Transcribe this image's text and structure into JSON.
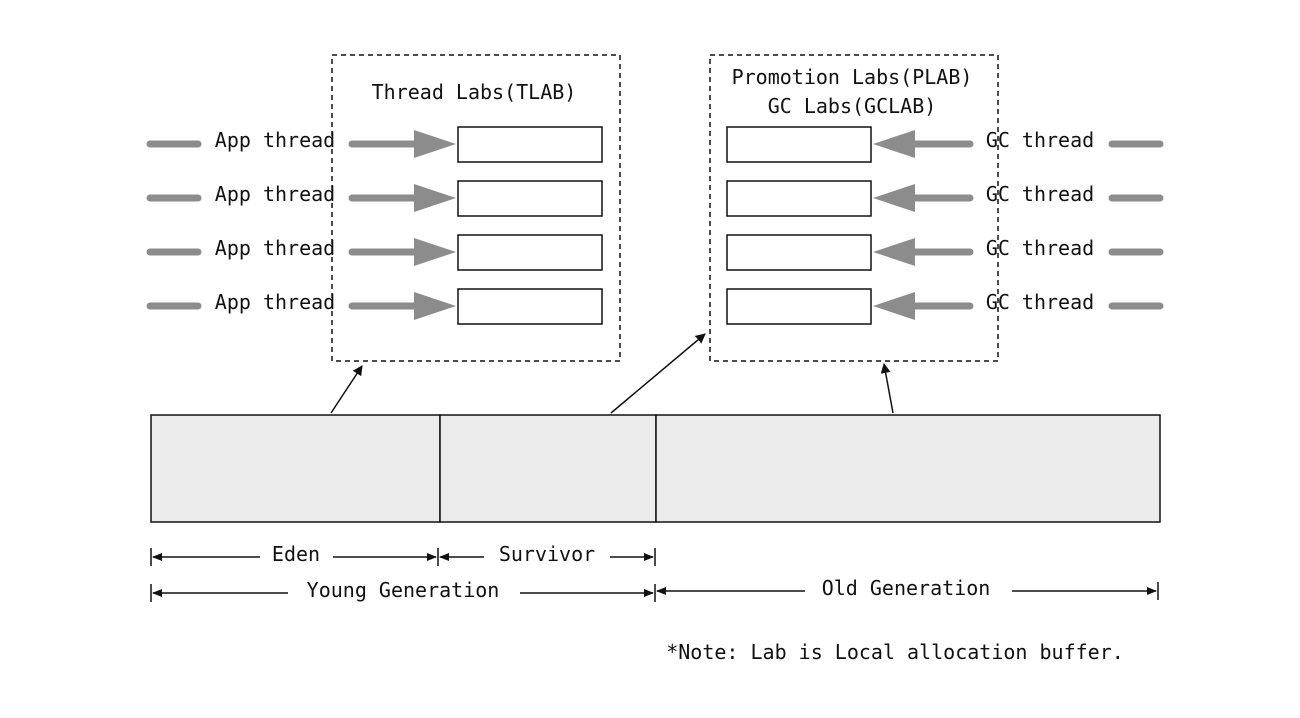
{
  "tlab": {
    "title": "Thread Labs(TLAB)",
    "threads": [
      "App thread",
      "App thread",
      "App thread",
      "App thread"
    ]
  },
  "plab": {
    "title_line1": "Promotion Labs(PLAB)",
    "title_line2": "GC Labs(GCLAB)",
    "threads": [
      "GC thread",
      "GC thread",
      "GC thread",
      "GC thread"
    ]
  },
  "heap": {
    "eden": "Eden",
    "survivor": "Survivor",
    "young_generation": "Young Generation",
    "old_generation": "Old Generation"
  },
  "note": "*Note: Lab is Local allocation buffer.",
  "colors": {
    "thread_arrow": "#8c8c8c",
    "heap_fill": "#ebebeb",
    "stroke": "#111111"
  }
}
